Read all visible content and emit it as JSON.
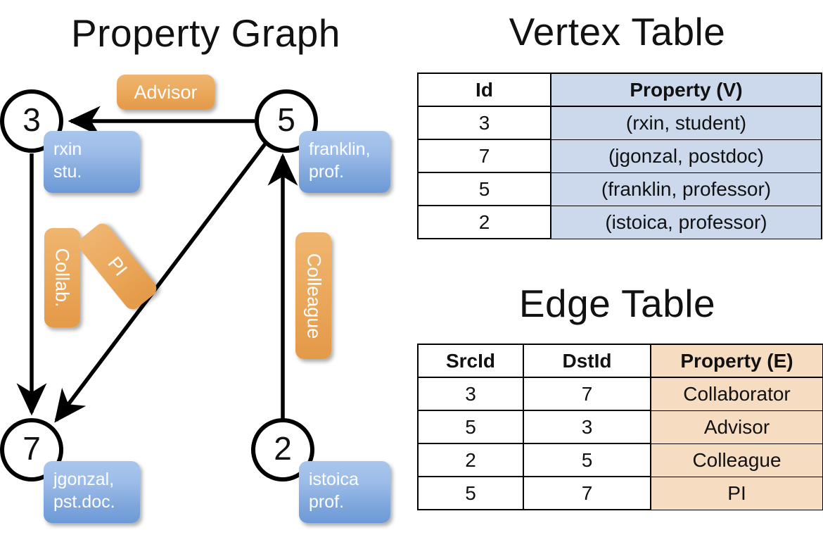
{
  "titles": {
    "property_graph": "Property Graph",
    "vertex_table": "Vertex Table",
    "edge_table": "Edge Table"
  },
  "colors": {
    "vertex_property_fill": "#ccd9ec",
    "edge_property_fill": "#f6ddc2",
    "vertex_box_fill": "#8cb0e2",
    "edge_box_fill": "#eaa457",
    "stroke": "#000000",
    "background": "#ffffff"
  },
  "graph": {
    "nodes": [
      {
        "id": "3",
        "label_line1": "rxin",
        "label_line2": "stu."
      },
      {
        "id": "5",
        "label_line1": "franklin,",
        "label_line2": "prof."
      },
      {
        "id": "7",
        "label_line1": "jgonzal,",
        "label_line2": "pst.doc."
      },
      {
        "id": "2",
        "label_line1": "istoica",
        "label_line2": "prof."
      }
    ],
    "edge_labels": [
      {
        "name": "advisor",
        "text": "Advisor",
        "orientation": "horizontal"
      },
      {
        "name": "collab",
        "text": "Collab.",
        "orientation": "vertical"
      },
      {
        "name": "pi",
        "text": "PI",
        "orientation": "diagonal"
      },
      {
        "name": "colleague",
        "text": "Colleague",
        "orientation": "vertical"
      }
    ],
    "edges": [
      {
        "from": "5",
        "to": "3",
        "label": "Advisor"
      },
      {
        "from": "3",
        "to": "7",
        "label": "Collab."
      },
      {
        "from": "5",
        "to": "7",
        "label": "PI"
      },
      {
        "from": "2",
        "to": "5",
        "label": "Colleague"
      }
    ]
  },
  "vertex_table": {
    "headers": [
      "Id",
      "Property (V)"
    ],
    "rows": [
      {
        "id": "3",
        "property": "(rxin, student)"
      },
      {
        "id": "7",
        "property": "(jgonzal, postdoc)"
      },
      {
        "id": "5",
        "property": "(franklin, professor)"
      },
      {
        "id": "2",
        "property": "(istoica, professor)"
      }
    ]
  },
  "edge_table": {
    "headers": [
      "SrcId",
      "DstId",
      "Property (E)"
    ],
    "rows": [
      {
        "src": "3",
        "dst": "7",
        "property": "Collaborator"
      },
      {
        "src": "5",
        "dst": "3",
        "property": "Advisor"
      },
      {
        "src": "2",
        "dst": "5",
        "property": "Colleague"
      },
      {
        "src": "5",
        "dst": "7",
        "property": "PI"
      }
    ]
  }
}
